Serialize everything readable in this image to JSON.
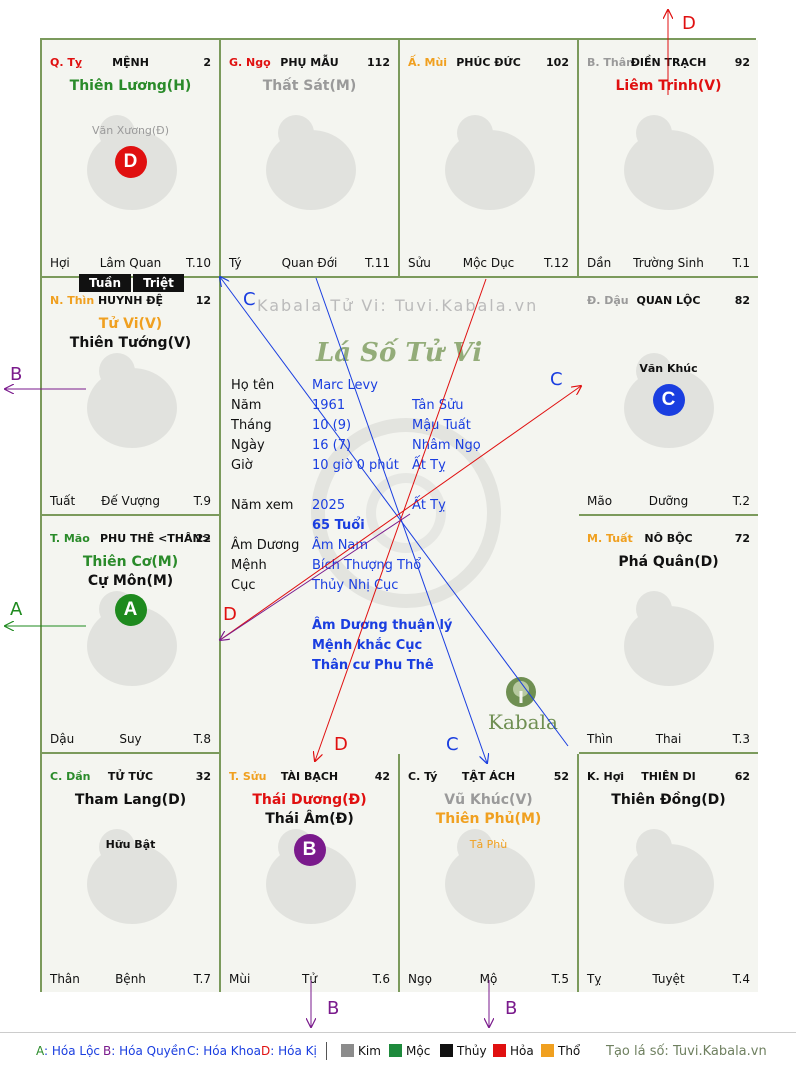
{
  "palaces": [
    {
      "pos": "0-0",
      "cung": "Q. Tỵ",
      "cung_color": "#e01010",
      "name": "MỆNH",
      "num": "2",
      "stars": [
        {
          "t": "Thiên Lương(H)",
          "c": "#2a8b2a"
        }
      ],
      "minors": [
        {
          "t": "Văn Xương(Đ)",
          "c": "#9a9a9a"
        }
      ],
      "badge": {
        "t": "D",
        "c": "#e01010"
      },
      "foot": [
        "Hợi",
        "Lâm Quan",
        "T.10"
      ]
    },
    {
      "pos": "0-1",
      "cung": "G. Ngọ",
      "cung_color": "#e01010",
      "name": "PHỤ MẪU",
      "num": "112",
      "stars": [
        {
          "t": "Thất Sát(M)",
          "c": "#9a9a9a"
        }
      ],
      "minors": [],
      "badge": null,
      "foot": [
        "Tý",
        "Quan Đới",
        "T.11"
      ]
    },
    {
      "pos": "0-2",
      "cung": "Ấ. Mùi",
      "cung_color": "#f0a020",
      "name": "PHÚC ĐỨC",
      "num": "102",
      "stars": [],
      "minors": [],
      "badge": null,
      "foot": [
        "Sửu",
        "Mộc Dục",
        "T.12"
      ]
    },
    {
      "pos": "0-3",
      "cung": "B. Thân",
      "cung_color": "#9a9a9a",
      "name": "ĐIỀN TRẠCH",
      "num": "92",
      "stars": [
        {
          "t": "Liêm Trinh(V)",
          "c": "#e01010"
        }
      ],
      "minors": [],
      "badge": null,
      "foot": [
        "Dần",
        "Trường Sinh",
        "T.1"
      ]
    },
    {
      "pos": "1-0",
      "cung": "N. Thìn",
      "cung_color": "#f0a020",
      "name": "HUYNH ĐỆ",
      "num": "12",
      "stars": [
        {
          "t": "Tử Vi(V)",
          "c": "#f0a020"
        },
        {
          "t": "Thiên Tướng(V)",
          "c": "#111111"
        }
      ],
      "minors": [],
      "badge": null,
      "foot": [
        "Tuất",
        "Đế Vượng",
        "T.9"
      ]
    },
    {
      "pos": "1-3",
      "cung": "Đ. Dậu",
      "cung_color": "#9a9a9a",
      "name": "QUAN LỘC",
      "num": "82",
      "stars": [],
      "minors": [
        {
          "t": "Văn Khúc",
          "c": "#111111"
        }
      ],
      "badge": {
        "t": "C",
        "c": "#1a3ee0"
      },
      "foot": [
        "Mão",
        "Dưỡng",
        "T.2"
      ]
    },
    {
      "pos": "2-0",
      "cung": "T. Mão",
      "cung_color": "#2a8b2a",
      "name": "PHU THÊ <THÂN>",
      "num": "22",
      "stars": [
        {
          "t": "Thiên Cơ(M)",
          "c": "#2a8b2a"
        },
        {
          "t": "Cự Môn(M)",
          "c": "#111111"
        }
      ],
      "minors": [],
      "badge": {
        "t": "A",
        "c": "#1e8a1e"
      },
      "foot": [
        "Dậu",
        "Suy",
        "T.8"
      ]
    },
    {
      "pos": "2-3",
      "cung": "M. Tuất",
      "cung_color": "#f0a020",
      "name": "NÔ BỘC",
      "num": "72",
      "stars": [
        {
          "t": "Phá Quân(D)",
          "c": "#111111"
        }
      ],
      "minors": [],
      "badge": null,
      "foot": [
        "Thìn",
        "Thai",
        "T.3"
      ]
    },
    {
      "pos": "3-0",
      "cung": "C. Dần",
      "cung_color": "#2a8b2a",
      "name": "TỬ TỨC",
      "num": "32",
      "stars": [
        {
          "t": "Tham Lang(D)",
          "c": "#111111"
        }
      ],
      "minors": [
        {
          "t": "Hữu Bật",
          "c": "#111111"
        }
      ],
      "badge": null,
      "foot": [
        "Thân",
        "Bệnh",
        "T.7"
      ]
    },
    {
      "pos": "3-1",
      "cung": "T. Sửu",
      "cung_color": "#f0a020",
      "name": "TÀI BẠCH",
      "num": "42",
      "stars": [
        {
          "t": "Thái Dương(Đ)",
          "c": "#e01010"
        },
        {
          "t": "Thái Âm(Đ)",
          "c": "#111111"
        }
      ],
      "minors": [],
      "badge": {
        "t": "B",
        "c": "#7a1a8c"
      },
      "foot": [
        "Mùi",
        "Tử",
        "T.6"
      ]
    },
    {
      "pos": "3-2",
      "cung": "C. Tý",
      "cung_color": "#111111",
      "name": "TẬT ÁCH",
      "num": "52",
      "stars": [
        {
          "t": "Vũ Khúc(V)",
          "c": "#9a9a9a"
        },
        {
          "t": "Thiên Phủ(M)",
          "c": "#f0a020"
        }
      ],
      "minors": [
        {
          "t": "Tả Phù",
          "c": "#f0a020"
        }
      ],
      "badge": null,
      "foot": [
        "Ngọ",
        "Mộ",
        "T.5"
      ]
    },
    {
      "pos": "3-3",
      "cung": "K. Hợi",
      "cung_color": "#111111",
      "name": "THIÊN DI",
      "num": "62",
      "stars": [
        {
          "t": "Thiên Đồng(D)",
          "c": "#111111"
        }
      ],
      "minors": [],
      "badge": null,
      "foot": [
        "Tỵ",
        "Tuyệt",
        "T.4"
      ]
    }
  ],
  "tuan_triet": [
    "Tuần",
    "Triệt"
  ],
  "center": {
    "watermark": "Kabala Tử Vi: Tuvi.Kabala.vn",
    "logo_text": "Lá Số Tử Vi",
    "brand": "Kabala",
    "rows": [
      {
        "label": "Họ tên",
        "v1": "Marc Levy",
        "v2": ""
      },
      {
        "label": "Năm",
        "v1": "1961",
        "v2": "Tân Sửu"
      },
      {
        "label": "Tháng",
        "v1": "10 (9)",
        "v2": "Mậu Tuất"
      },
      {
        "label": "Ngày",
        "v1": "16  (7)",
        "v2": "Nhâm Ngọ"
      },
      {
        "label": "Giờ",
        "v1": "10 giờ 0 phút",
        "v2": "Ất Tỵ"
      }
    ],
    "nam_xem": {
      "label": "Năm xem",
      "v1": "2025",
      "v2": "Ất Tỵ",
      "age": "65 Tuổi"
    },
    "rows2": [
      {
        "label": "Âm Dương",
        "v1": "Âm Nam"
      },
      {
        "label": "Mệnh",
        "v1": "Bích Thượng Thổ"
      },
      {
        "label": "Cục",
        "v1": "Thủy Nhị Cục"
      }
    ],
    "notes": [
      "Âm Dương thuận lý",
      "Mệnh khắc Cục",
      "Thân cư Phu Thê"
    ]
  },
  "arrow_labels": {
    "top_d": "D",
    "left_b": "B",
    "left_a": "A",
    "bottom_b1": "B",
    "bottom_b2": "B",
    "c1": "C",
    "c2": "C",
    "c3": "C",
    "d1": "D",
    "d2": "D"
  },
  "legend": {
    "hoa": [
      {
        "k": "A",
        "t": ": Hóa Lộc",
        "c": "#2a8b2a"
      },
      {
        "k": "B",
        "t": ": Hóa Quyền",
        "c": "#7a1a8c"
      },
      {
        "k": "C",
        "t": ": Hóa Khoa",
        "c": "#1a3ee0"
      },
      {
        "k": "D",
        "t": ": Hóa Kị",
        "c": "#e01010"
      }
    ],
    "elements": [
      {
        "t": "Kim",
        "c": "#8c8c8c"
      },
      {
        "t": "Mộc",
        "c": "#1e8a3c"
      },
      {
        "t": "Thủy",
        "c": "#111111"
      },
      {
        "t": "Hỏa",
        "c": "#e01010"
      },
      {
        "t": "Thổ",
        "c": "#f0a020"
      }
    ],
    "site": "Tạo lá số: Tuvi.Kabala.vn"
  }
}
